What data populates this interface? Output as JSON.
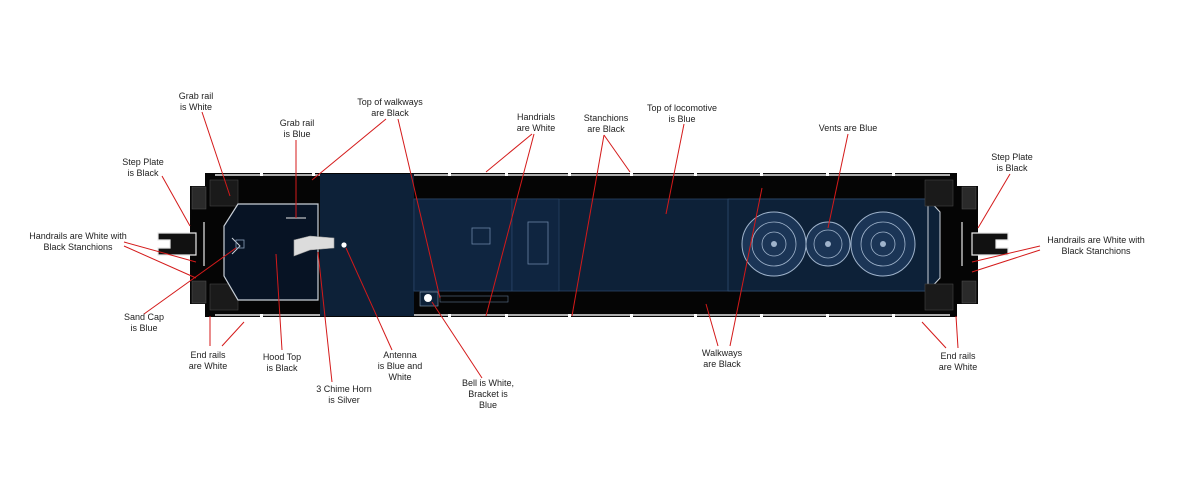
{
  "colors": {
    "background": "#ffffff",
    "body_black": "#050505",
    "locomotive_blue": "#0d2138",
    "vent_blue": "#1b3556",
    "detail_white": "#e8e8e8",
    "leader_red": "#d41a1a",
    "label_text": "#222222"
  },
  "labels": [
    {
      "id": "grab-rail-white",
      "lines": [
        "Grab rail",
        "is White"
      ]
    },
    {
      "id": "grab-rail-blue",
      "lines": [
        "Grab rail",
        "is Blue"
      ]
    },
    {
      "id": "top-of-walkways-black",
      "lines": [
        "Top of walkways",
        "are Black"
      ]
    },
    {
      "id": "handrails-white",
      "lines": [
        "Handrials",
        "are White"
      ]
    },
    {
      "id": "stanchions-black",
      "lines": [
        "Stanchions",
        "are Black"
      ]
    },
    {
      "id": "top-of-locomotive-blue",
      "lines": [
        "Top of locomotive",
        "is Blue"
      ]
    },
    {
      "id": "vents-blue",
      "lines": [
        "Vents are Blue"
      ]
    },
    {
      "id": "step-plate-black-left",
      "lines": [
        "Step Plate",
        "is Black"
      ]
    },
    {
      "id": "step-plate-black-right",
      "lines": [
        "Step Plate",
        "is Black"
      ]
    },
    {
      "id": "handrails-white-black-stanchions-left",
      "lines": [
        "Handrails are White with",
        "Black Stanchions"
      ]
    },
    {
      "id": "handrails-white-black-stanchions-right",
      "lines": [
        "Handrails are White with",
        "Black Stanchions"
      ]
    },
    {
      "id": "sand-cap-blue",
      "lines": [
        "Sand Cap",
        "is Blue"
      ]
    },
    {
      "id": "end-rails-white-left",
      "lines": [
        "End rails",
        "are White"
      ]
    },
    {
      "id": "hood-top-black",
      "lines": [
        "Hood Top",
        "is Black"
      ]
    },
    {
      "id": "chime-horn-silver",
      "lines": [
        "3 Chime Horn",
        "is Silver"
      ]
    },
    {
      "id": "antenna-blue-white",
      "lines": [
        "Antenna",
        "is Blue and",
        "White"
      ]
    },
    {
      "id": "bell-white-bracket-blue",
      "lines": [
        "Bell is White,",
        "Bracket is",
        "Blue"
      ]
    },
    {
      "id": "walkways-black",
      "lines": [
        "Walkways",
        "are Black"
      ]
    },
    {
      "id": "end-rails-white-right",
      "lines": [
        "End rails",
        "are White"
      ]
    }
  ]
}
